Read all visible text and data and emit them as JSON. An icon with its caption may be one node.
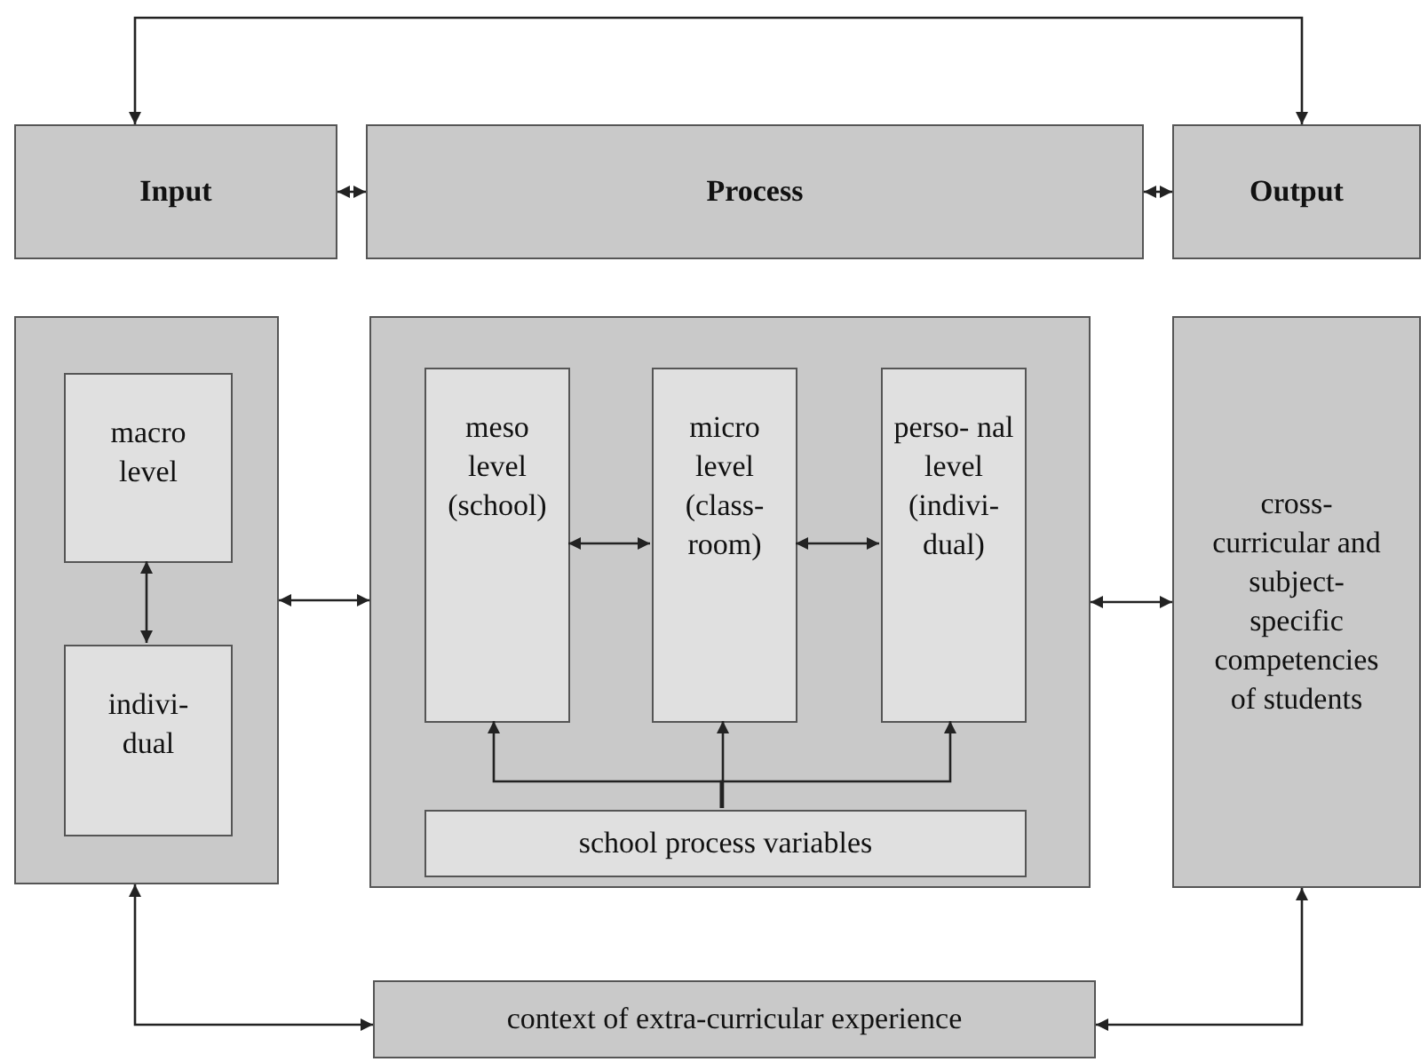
{
  "diagram": {
    "nodes": [
      {
        "text": [
          "Input"
        ]
      },
      {
        "text": [
          "Process"
        ]
      },
      {
        "text": [
          "Output"
        ]
      },
      {
        "text": [],
        "shape": "box"
      },
      {
        "text": [
          "macro level"
        ],
        "in": 3
      },
      {
        "text": [
          "indivi- dual"
        ],
        "in": 3
      },
      {
        "text": [],
        "shape": "box"
      },
      {
        "text": [
          "meso level (school)"
        ],
        "in": 6
      },
      {
        "text": [
          "micro level (class- room)"
        ],
        "in": 6
      },
      {
        "text": [
          "perso- nal level (indivi- dual)"
        ],
        "in": 6
      },
      {
        "text": [
          "school process variables"
        ],
        "in": 6
      },
      {
        "text": [
          "cross- curricular and subject- specific competencies of students"
        ]
      },
      {
        "text": [
          "context of extra-curricular experience"
        ]
      }
    ],
    "edges": [
      {
        "from": 0,
        "to": 1,
        "arrow": "both"
      },
      {
        "from": 1,
        "to": 2,
        "arrow": "both"
      },
      {
        "from": 0,
        "to": 2,
        "arrow": "both"
      },
      {
        "from": 3,
        "to": 6,
        "arrow": "both"
      },
      {
        "from": 6,
        "to": 11,
        "arrow": "both"
      },
      {
        "from": 4,
        "to": 5,
        "arrow": "both"
      },
      {
        "from": 7,
        "to": 8,
        "arrow": "both"
      },
      {
        "from": 8,
        "to": 9,
        "arrow": "both"
      },
      {
        "from": 10,
        "to": 7,
        "arrow": "to"
      },
      {
        "from": 10,
        "to": 8,
        "arrow": "to"
      },
      {
        "from": 10,
        "to": 9,
        "arrow": "to"
      },
      {
        "from": 12,
        "to": 3,
        "arrow": "both"
      },
      {
        "from": 12,
        "to": 11,
        "arrow": "both"
      }
    ]
  }
}
